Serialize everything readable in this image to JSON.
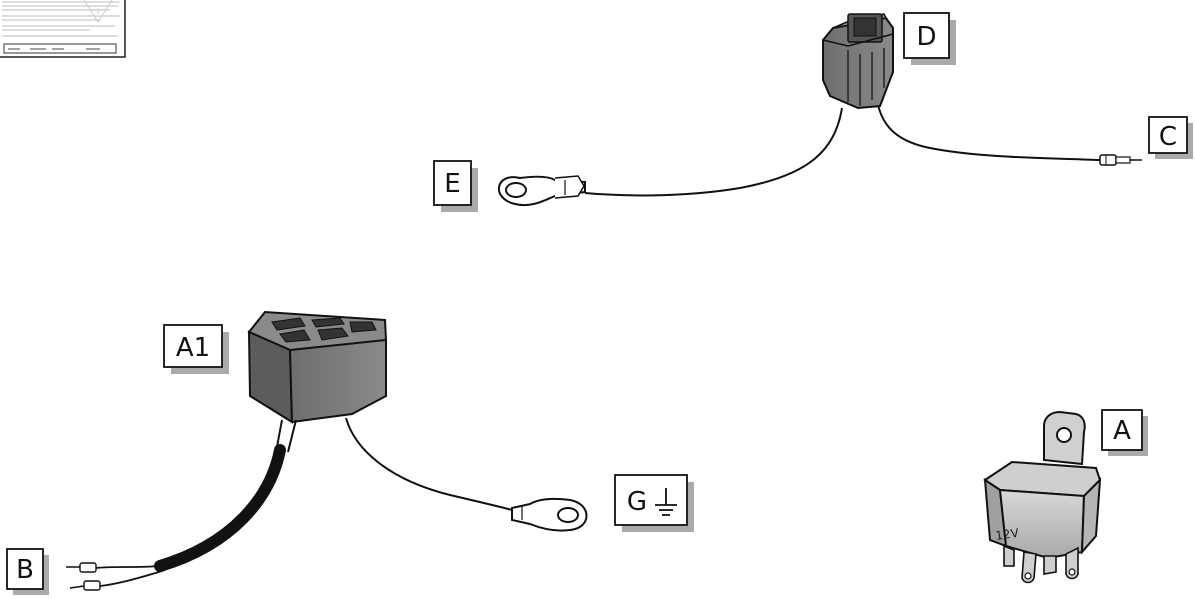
{
  "labels": {
    "a": "A",
    "a1": "A1",
    "b": "B",
    "c": "C",
    "d": "D",
    "e": "E",
    "g": "G"
  },
  "relay_marking": "12V",
  "icons": {
    "ground": "ground-symbol-icon"
  }
}
